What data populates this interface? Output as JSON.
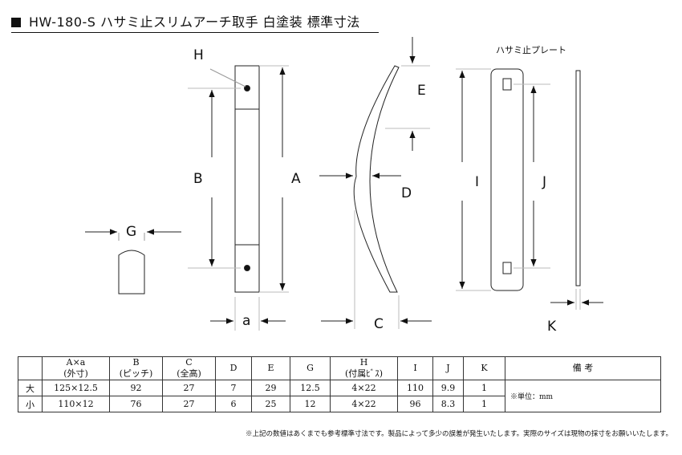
{
  "title": "HW-180-S ハサミ止スリムアーチ取手 白塗装 標準寸法",
  "plate_label": "ハサミ止プレート",
  "dim_labels": {
    "H": "H",
    "B": "B",
    "A": "A",
    "G": "G",
    "a": "a",
    "E": "E",
    "D": "D",
    "C": "C",
    "I": "I",
    "J": "J",
    "K": "K"
  },
  "table": {
    "headers": [
      {
        "line1": "",
        "line2": ""
      },
      {
        "line1": "A×a",
        "line2": "(外寸)"
      },
      {
        "line1": "B",
        "line2": "(ピッチ)"
      },
      {
        "line1": "C",
        "line2": "(全高)"
      },
      {
        "line1": "D",
        "line2": ""
      },
      {
        "line1": "E",
        "line2": ""
      },
      {
        "line1": "G",
        "line2": ""
      },
      {
        "line1": "H",
        "line2": "(付属ﾋﾞｽ)"
      },
      {
        "line1": "I",
        "line2": ""
      },
      {
        "line1": "J",
        "line2": ""
      },
      {
        "line1": "K",
        "line2": ""
      },
      {
        "line1": "備 考",
        "line2": ""
      }
    ],
    "rows": [
      {
        "cells": [
          "大",
          "125×12.5",
          "92",
          "27",
          "7",
          "29",
          "12.5",
          "4×22",
          "110",
          "9.9",
          "1"
        ]
      },
      {
        "cells": [
          "小",
          "110×12",
          "76",
          "27",
          "6",
          "25",
          "12",
          "4×22",
          "96",
          "8.3",
          "1"
        ]
      }
    ],
    "note": "※単位：mm"
  },
  "footnote": "※上記の数値はあくまでも参考標準寸法です。製品によって多少の誤差が発生いたします。実際のサイズは現物の採寸をお願いいたします。"
}
